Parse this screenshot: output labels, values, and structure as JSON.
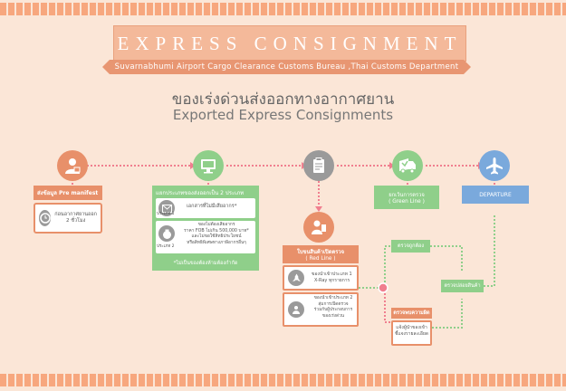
{
  "banner": {
    "title": "EXPRESS CONSIGNMENT",
    "subtitle": "Suvarnabhumi Airport Cargo Clearance Customs Bureau ,Thai Customs Department"
  },
  "heading": {
    "thai": "ของเร่งด่วนส่งออกทางอากาศยาน",
    "english": "Exported Express Consignments"
  },
  "step1": {
    "title": "ส่งข้อมูล Pre manifest",
    "note_line1": "ก่อนอากาศยานออก",
    "note_line2": "2 ชั่วโมง"
  },
  "step2": {
    "title": "แยกประเภทของส่งออกเป็น  2 ประเภท",
    "type1_label": "ประเภท 1",
    "type1_text": "เอกสารที่ไม่มีเสียอากร*",
    "type2_label": "ประเภท 2",
    "type2_line1": "ของไม่ต้องเสียอากร",
    "type2_line2": "ราคา  FOB ไม่เกิน 500,000 บาท*",
    "type2_line3": "และไม่ขอใช้สิทธิประโยชน์",
    "type2_line4": "หรือสิทธิพิเศษทางภาษีอากรอื่นๆ",
    "footnote": "*ไม่เป็นของต้องห้ามต้องกำกัด"
  },
  "green_line": {
    "title_line1": "ยกเว้นการตรวจ",
    "title_line2": "( Green Line )"
  },
  "red_line": {
    "title_line1": "ใบขนสินค้าเปิดตรวจ",
    "title_line2": "( Red Line )",
    "item1_line1": "ของนำเข้าประเภท  1",
    "item1_line2": "X-Ray ทุกรายการ",
    "item2_line1": "ของนำเข้าประเภท  2",
    "item2_line2": "สุ่มการเปิดตรวจ",
    "item2_line3": "ร่วมกับผู้ประกอบการ",
    "item2_line4": "ของเร่งด่วน"
  },
  "departure": {
    "label": "DEPARTURE"
  },
  "check_ok": {
    "label": "ตรวจถูกต้อง"
  },
  "release": {
    "label": "ตรวจปล่อยสินค้า"
  },
  "mismatch": {
    "title": "ตรวจพบความผิด",
    "line1": "แจ้งผู้นำของเข้า",
    "line2": "ชี้แจงรายละเอียด"
  },
  "colors": {
    "background": "#fbe6d7",
    "orange": "#e8906a",
    "green": "#8fcf8a",
    "green_dark": "#6fbe6a",
    "blue": "#7aa9dc",
    "gray": "#9a9a9a",
    "red_line": "#ee6b6b",
    "pink_dotted": "#f07f8f"
  },
  "icons": [
    "person-icon",
    "monitor-icon",
    "clipboard-icon",
    "inspector-icon",
    "truck-icon",
    "airplane-icon",
    "envelope-icon",
    "money-bag-icon",
    "xray-icon"
  ]
}
